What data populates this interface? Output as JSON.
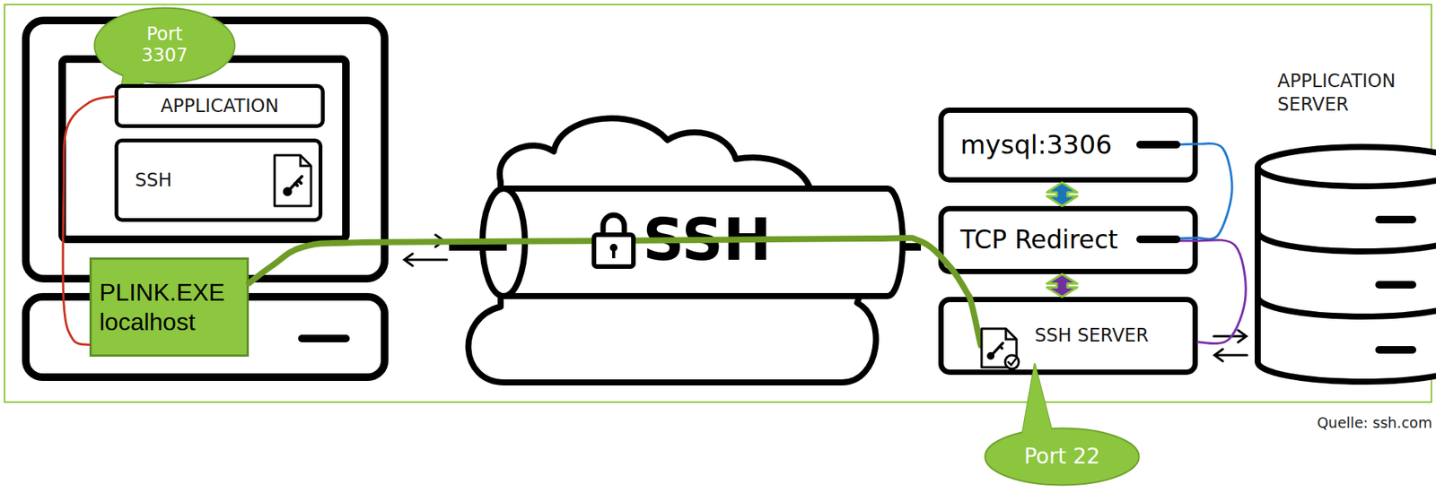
{
  "diagram": {
    "nodes": [
      {
        "text": [
          "Port 3307"
        ]
      },
      {
        "text": [
          "APPLICATION"
        ]
      },
      {
        "text": [
          "SSH"
        ]
      },
      {
        "text": [
          "PLINK.EXE localhost"
        ]
      },
      {
        "text": [
          "SSH"
        ]
      },
      {
        "text": [
          "mysql:3306"
        ]
      },
      {
        "text": [
          "TCP Redirect"
        ]
      },
      {
        "text": [
          "SSH SERVER"
        ]
      },
      {
        "text": [
          "APPLICATION SERVER"
        ]
      },
      {
        "text": [
          "Port 22"
        ]
      }
    ],
    "edges": [
      {
        "from": 1,
        "to": 3,
        "arrow": "none"
      },
      {
        "from": 3,
        "to": 7,
        "arrow": "none"
      },
      {
        "from": 5,
        "to": 6,
        "arrow": "both"
      },
      {
        "from": 6,
        "to": 7,
        "arrow": "both"
      },
      {
        "from": 5,
        "to": 6,
        "arrow": "none"
      },
      {
        "from": 6,
        "to": 7,
        "arrow": "none"
      }
    ],
    "labels": [
      "Quelle: ssh.com"
    ]
  }
}
